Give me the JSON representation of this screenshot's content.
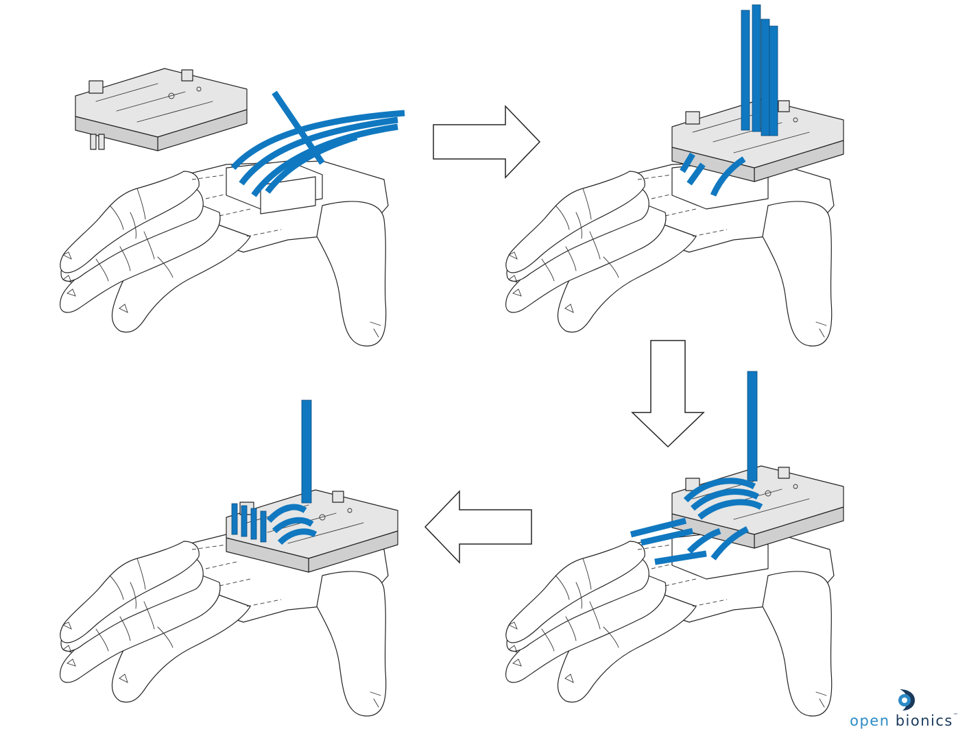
{
  "figure": {
    "panels": [
      {
        "id": "step-1"
      },
      {
        "id": "step-2"
      },
      {
        "id": "step-3"
      },
      {
        "id": "step-4"
      }
    ],
    "arrows": [
      "right",
      "down",
      "left"
    ]
  },
  "colors": {
    "tendon": "#1078c0",
    "outline": "#222222",
    "part_fill": "#e6e6e6",
    "logo_dark": "#1a3a5c",
    "logo_light": "#2b8ac6"
  },
  "logo": {
    "word1": "open",
    "word2": "bionics",
    "tm": "™",
    "icon": "open-bionics-logo-icon"
  }
}
